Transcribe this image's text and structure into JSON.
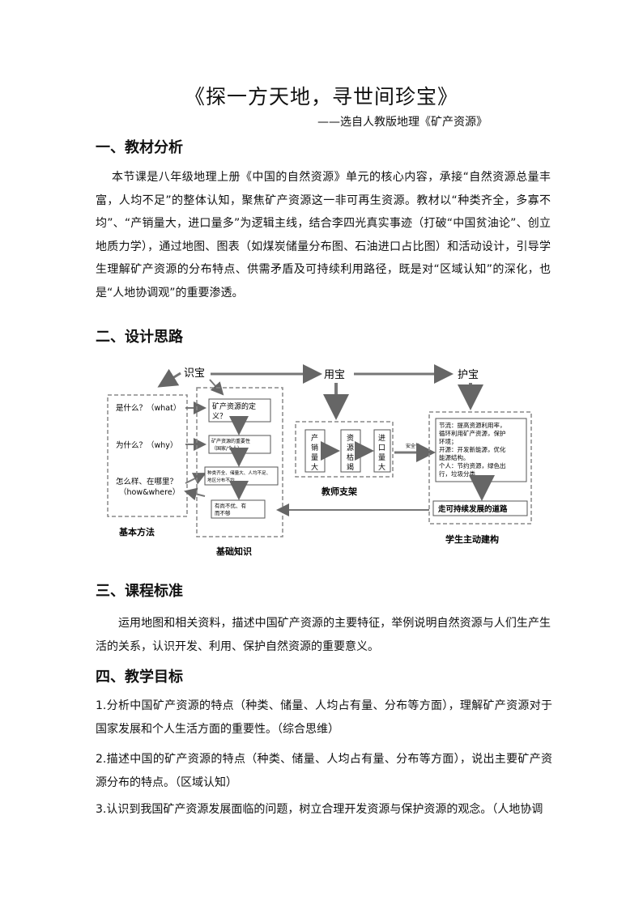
{
  "title": "《探一方天地，寻世间珍宝》",
  "subtitle": "——选自人教版地理《矿产资源》",
  "sections": [
    {
      "heading": "一、教材分析"
    },
    {
      "heading": "二、设计思路"
    },
    {
      "heading": "三、课程标准"
    },
    {
      "heading": "四、教学目标"
    }
  ],
  "analysis_text": "本节课是八年级地理上册《中国的自然资源》单元的核心内容，承接“自然资源总量丰富，人均不足”的整体认知，聚焦矿产资源这一非可再生资源。教材以“种类齐全，多寡不均”、“产销量大，进口量多”为逻辑主线，结合李四光真实事迹（打破“中国贫油论”、创立地质力学），通过地图、图表（如煤炭储量分布图、石油进口占比图）和活动设计，引导学生理解矿产资源的分布特点、供需矛盾及可持续利用路径，既是对“区域认知”的深化，也是“人地协调观”的重要渗透。",
  "standard_text": "运用地图和相关资料，描述中国矿产资源的主要特征，举例说明自然资源与人们生产生活的关系，认识开发、利用、保护自然资源的重要意义。",
  "objectives": [
    "1.分析中国矿产资源的特点（种类、储量、人均占有量、分布等方面），理解矿产资源对于国家发展和个人生活方面的重要性。（综合思维）",
    "2.描述中国的矿产资源的特点（种类、储量、人均占有量、分布等方面），说出主要矿产资源分布的特点。（区域认知）",
    "3.认识到我国矿产资源发展面临的问题，树立合理开发资源与保护资源的观念。（人地协调"
  ],
  "diagram": {
    "top_labels": {
      "shibao": "识宝",
      "yongbao": "用宝",
      "hubao": "护宝"
    },
    "method_questions": [
      "是什么？（what）",
      "为什么？（why）",
      "怎么样、在哪里？",
      "（how&where）"
    ],
    "method_caption": "基本方法",
    "knowledge_boxes": [
      "矿产资源的定",
      "义？",
      "矿产资源的重要性",
      "（国家/个人）",
      "种类齐全、储量大、人均不足、",
      "地区分布不均",
      "有尚不优、有",
      "而不够"
    ],
    "knowledge_caption": "基础知识",
    "teacher_boxes": [
      [
        "产",
        "销",
        "量",
        "大"
      ],
      [
        "资",
        "源",
        "枯",
        "竭"
      ],
      [
        "进",
        "口",
        "量",
        "大"
      ]
    ],
    "teacher_caption": "教师支架",
    "security_label": "安全性",
    "student_lines": [
      "节流：提高资源利用率，",
      "循环利用矿产资源，保护",
      "环境；",
      "开源：开发新能源，优化",
      "能源结构。",
      "个人：节约资源，绿色出",
      "行，垃圾分类"
    ],
    "sustain_label": "走可持续发展的道路",
    "student_caption": "学生主动建构"
  }
}
